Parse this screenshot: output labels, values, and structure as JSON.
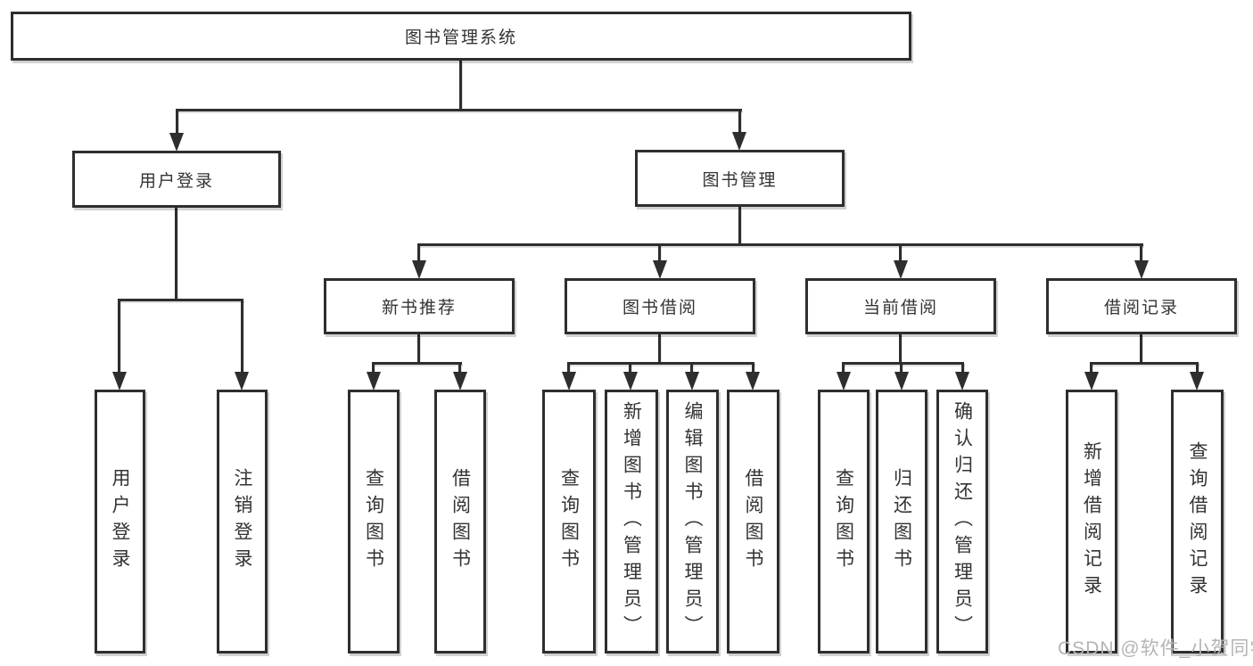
{
  "colors": {
    "line": "#2e2e2e",
    "text": "#333333",
    "background": "#ffffff",
    "watermark_text": "#b4b4b4"
  },
  "watermark": "CSDN @软件_小贺同学",
  "tree": {
    "label": "图书管理系统",
    "children": [
      {
        "label": "用户登录",
        "children": [
          {
            "label": "用户登录"
          },
          {
            "label": "注销登录"
          }
        ]
      },
      {
        "label": "图书管理",
        "children": [
          {
            "label": "新书推荐",
            "children": [
              {
                "label": "查询图书"
              },
              {
                "label": "借阅图书"
              }
            ]
          },
          {
            "label": "图书借阅",
            "children": [
              {
                "label": "查询图书"
              },
              {
                "label": "新增图书（管理员）"
              },
              {
                "label": "编辑图书（管理员）"
              },
              {
                "label": "借阅图书"
              }
            ]
          },
          {
            "label": "当前借阅",
            "children": [
              {
                "label": "查询图书"
              },
              {
                "label": "归还图书"
              },
              {
                "label": "确认归还（管理员）"
              }
            ]
          },
          {
            "label": "借阅记录",
            "children": [
              {
                "label": "新增借阅记录"
              },
              {
                "label": "查询借阅记录"
              }
            ]
          }
        ]
      }
    ]
  }
}
